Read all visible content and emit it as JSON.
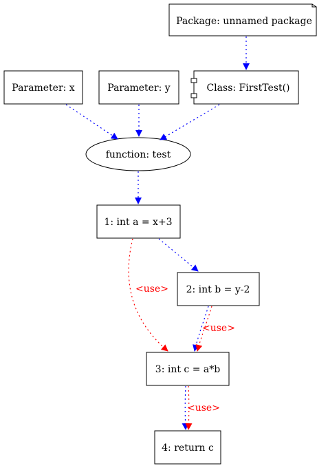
{
  "colors": {
    "control_edge": "#0000ff",
    "use_edge": "#ff0000",
    "node_stroke": "#000000"
  },
  "nodes": {
    "package": "Package: unnamed package",
    "param_x": "Parameter: x",
    "param_y": "Parameter: y",
    "class": "Class: FirstTest()",
    "function": "function: test",
    "stmt1": "1: int a = x+3",
    "stmt2": "2: int b = y-2",
    "stmt3": "3: int c = a*b",
    "stmt4": "4: return c"
  },
  "edge_labels": {
    "use_1_3": "<use>",
    "use_2_3": "<use>",
    "use_3_4": "<use>"
  }
}
